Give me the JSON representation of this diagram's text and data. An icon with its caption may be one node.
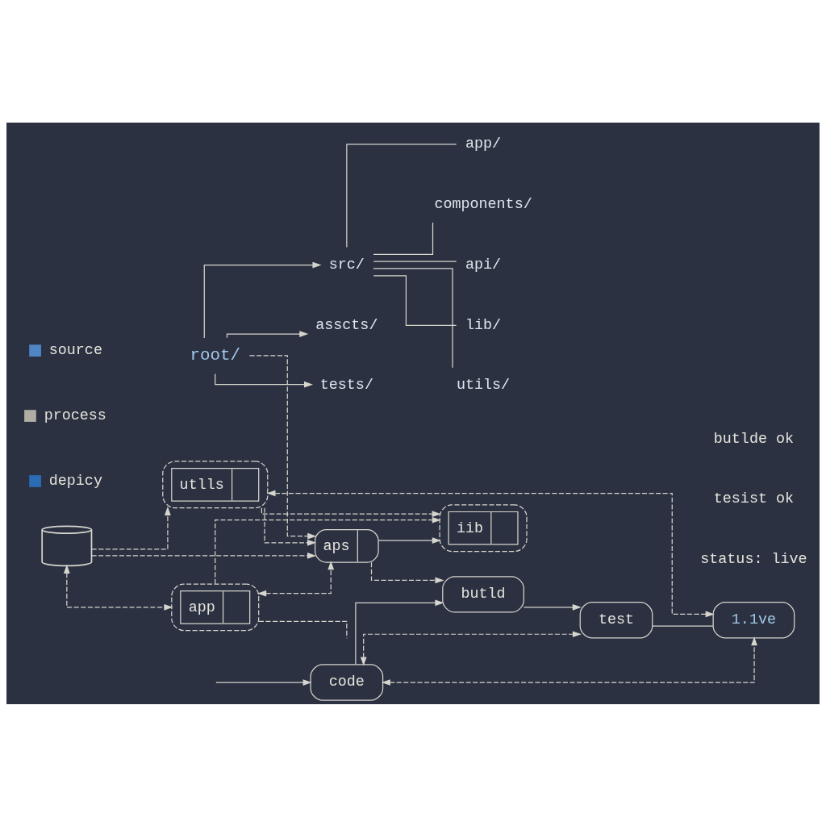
{
  "diagram": {
    "nodes": [
      {
        "text": [
          "root/"
        ]
      },
      {
        "text": [
          "src/"
        ]
      },
      {
        "text": [
          "app/"
        ]
      },
      {
        "text": [
          "components/"
        ]
      },
      {
        "text": [
          "api/"
        ]
      },
      {
        "text": [
          "lib/"
        ]
      },
      {
        "text": [
          "utils/"
        ]
      },
      {
        "text": [
          "asscts/"
        ]
      },
      {
        "text": [
          "tests/"
        ]
      },
      {
        "text": [
          "app"
        ]
      },
      {
        "text": [
          "aps"
        ]
      },
      {
        "text": [
          "iib"
        ]
      },
      {
        "text": [],
        "shape": "cylinder"
      },
      {
        "text": [
          "utlls"
        ]
      },
      {
        "text": [
          "code"
        ]
      },
      {
        "text": [
          "butld"
        ]
      },
      {
        "text": [
          "test"
        ]
      },
      {
        "text": [
          "1.1ve"
        ]
      }
    ],
    "edges": [
      {
        "from": 0,
        "to": 1,
        "arrow": "to"
      },
      {
        "from": 0,
        "to": 7,
        "arrow": "to"
      },
      {
        "from": 0,
        "to": 8,
        "arrow": "to"
      },
      {
        "from": 1,
        "to": 2,
        "arrow": "none"
      },
      {
        "from": 1,
        "to": 3,
        "arrow": "none"
      },
      {
        "from": 1,
        "to": 4,
        "arrow": "none"
      },
      {
        "from": 1,
        "to": 5,
        "arrow": "none"
      },
      {
        "from": 1,
        "to": 6,
        "arrow": "none"
      },
      {
        "from": 0,
        "to": 10,
        "arrow": "to",
        "style": "dashed"
      },
      {
        "from": 12,
        "to": 9,
        "arrow": "both",
        "style": "dashed"
      },
      {
        "from": 9,
        "to": 10,
        "arrow": "both",
        "style": "dashed"
      },
      {
        "from": 9,
        "to": 11,
        "arrow": "to",
        "style": "dashed"
      },
      {
        "from": 9,
        "to": null,
        "arrow": "none",
        "style": "dashed"
      },
      {
        "from": 10,
        "to": 11,
        "arrow": "to"
      },
      {
        "from": 10,
        "to": 15,
        "arrow": "to",
        "style": "dashed"
      },
      {
        "from": 12,
        "to": 13,
        "arrow": "to",
        "style": "dashed"
      },
      {
        "from": 12,
        "to": 10,
        "arrow": "to",
        "style": "dashed"
      },
      {
        "from": 13,
        "to": 10,
        "arrow": "to",
        "style": "dashed"
      },
      {
        "from": 13,
        "to": 11,
        "arrow": "to",
        "style": "dashed"
      },
      {
        "from": 13,
        "to": 17,
        "arrow": "both",
        "style": "dashed"
      },
      {
        "from": null,
        "to": 14,
        "arrow": "to"
      },
      {
        "from": 14,
        "to": 15,
        "arrow": "to"
      },
      {
        "from": 15,
        "to": 16,
        "arrow": "to"
      },
      {
        "from": 16,
        "to": 17,
        "arrow": "none"
      },
      {
        "from": 14,
        "to": 16,
        "arrow": "both",
        "style": "dashed"
      },
      {
        "from": 14,
        "to": 17,
        "arrow": "both",
        "style": "dashed"
      }
    ],
    "labels": [
      "butlde ok",
      "tesist ok",
      "status: live"
    ],
    "legend": [
      {
        "text": "source",
        "color": "#4f86c6"
      },
      {
        "text": "process",
        "color": "#b0aea4"
      },
      {
        "text": "depicy",
        "color": "#2a6db5"
      }
    ]
  }
}
